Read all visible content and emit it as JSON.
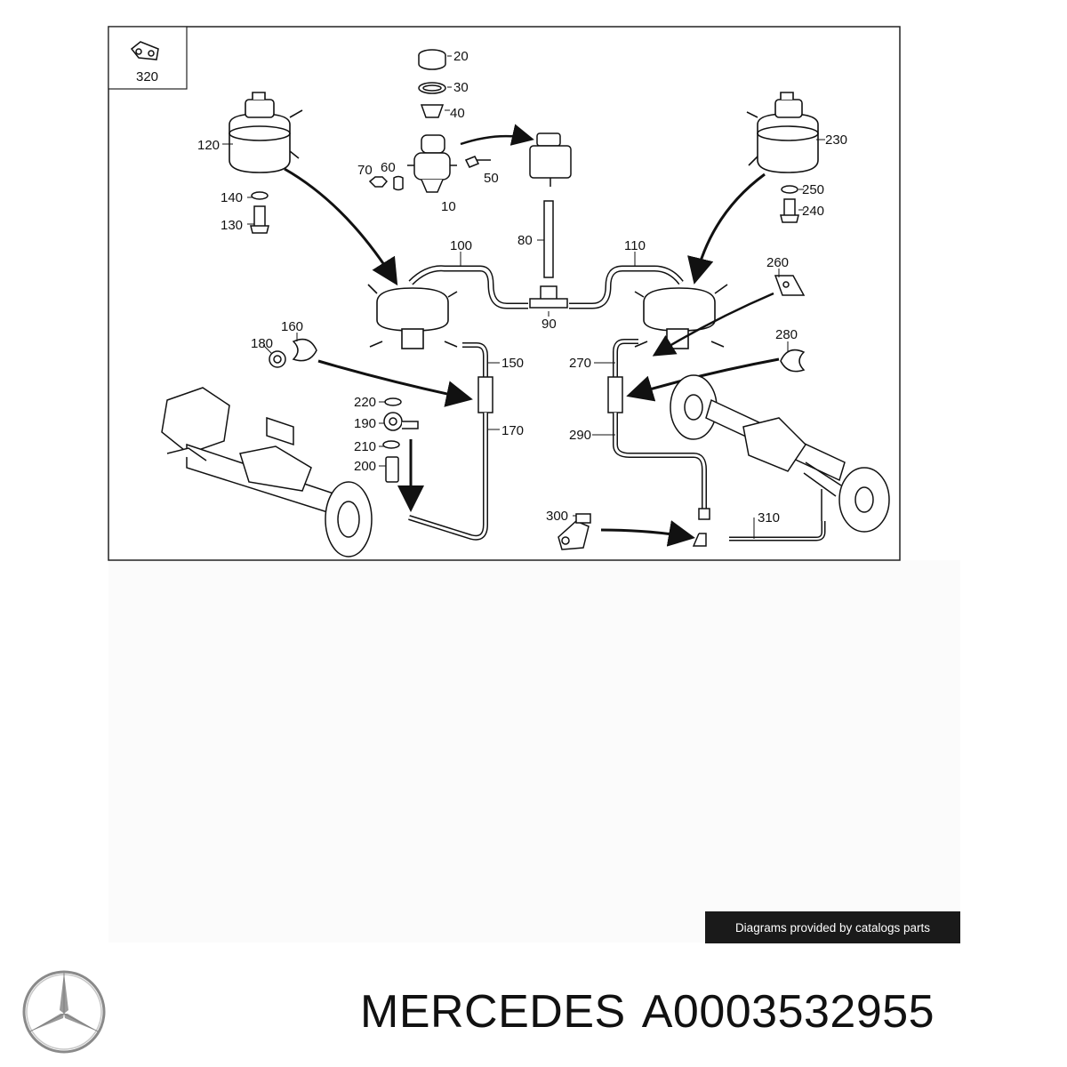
{
  "diagram": {
    "callouts": [
      "320",
      "20",
      "30",
      "40",
      "120",
      "70",
      "60",
      "50",
      "10",
      "230",
      "140",
      "250",
      "130",
      "240",
      "80",
      "100",
      "110",
      "260",
      "90",
      "160",
      "180",
      "150",
      "280",
      "270",
      "220",
      "190",
      "170",
      "290",
      "210",
      "200",
      "300",
      "310"
    ]
  },
  "credit": "Diagrams provided by catalogs parts",
  "footer": {
    "brand": "MERCEDES",
    "part_number": "A0003532955"
  }
}
